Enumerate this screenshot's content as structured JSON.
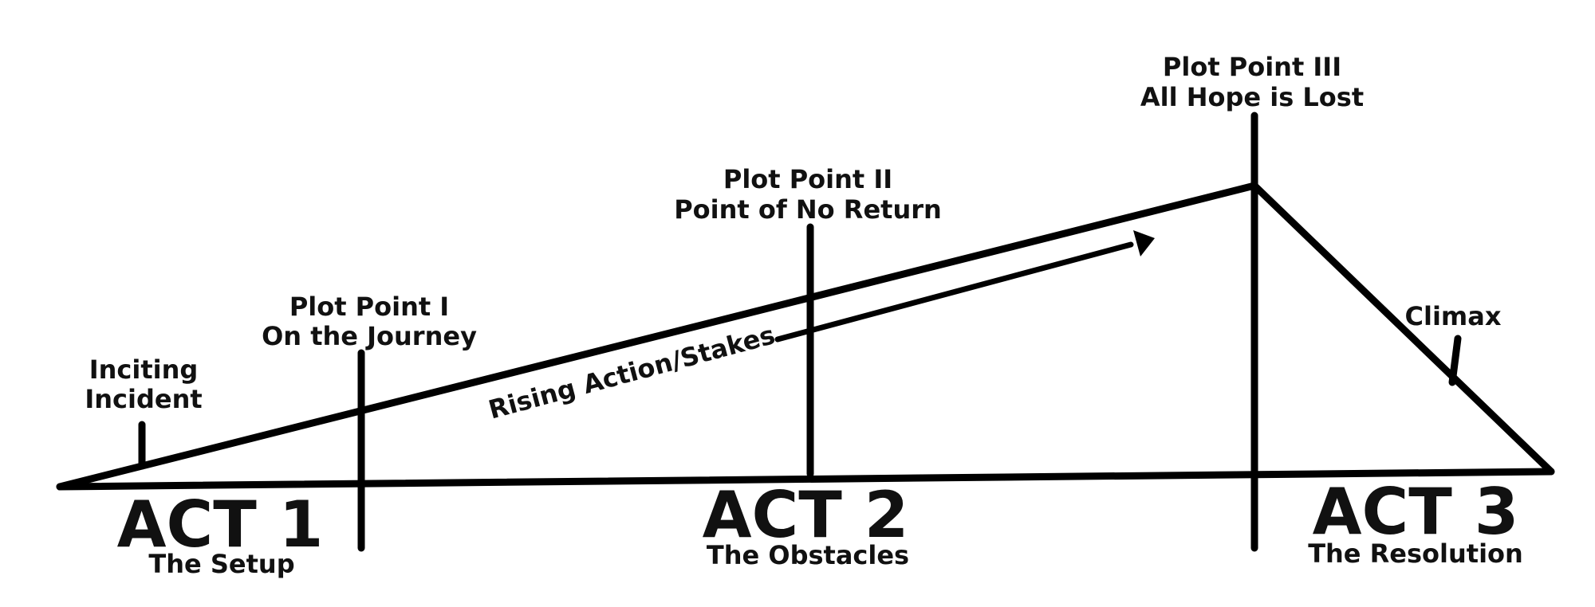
{
  "labels": {
    "inciting_1": "Inciting",
    "inciting_2": "Incident",
    "pp1_1": "Plot Point I",
    "pp1_2": "On the Journey",
    "pp2_1": "Plot Point II",
    "pp2_2": "Point of No Return",
    "pp3_1": "Plot Point III",
    "pp3_2": "All Hope is Lost",
    "climax": "Climax",
    "rising": "Rising Action/Stakes"
  },
  "acts": [
    {
      "title": "ACT 1",
      "subtitle": "The Setup"
    },
    {
      "title": "ACT 2",
      "subtitle": "The Obstacles"
    },
    {
      "title": "ACT 3",
      "subtitle": "The Resolution"
    }
  ]
}
